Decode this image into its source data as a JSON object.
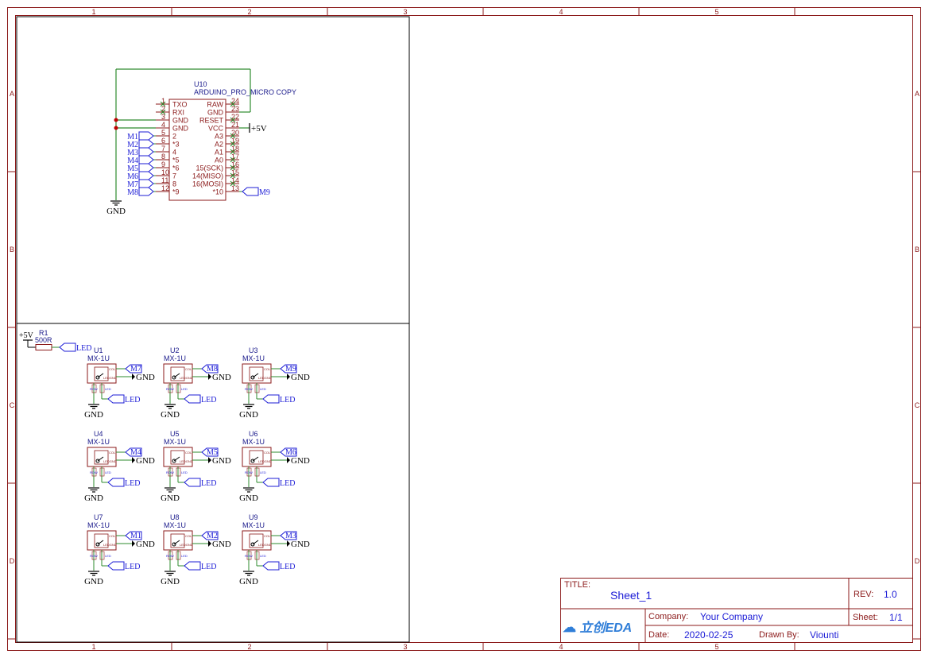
{
  "frame": {
    "columns": [
      "1",
      "2",
      "3",
      "4",
      "5"
    ],
    "rows": [
      "A",
      "B",
      "C",
      "D"
    ],
    "colors": {
      "frame": "#8b1a1a",
      "wire": "#2e8b2e",
      "body": "#8b1a1a",
      "net": "#1c1cd6",
      "ink": "#000000"
    }
  },
  "mcu": {
    "ref": "U10",
    "value": "ARDUINO_PRO_MICRO COPY",
    "left_pins": [
      {
        "num": "1",
        "name": "TXO",
        "net": ""
      },
      {
        "num": "2",
        "name": "RXI",
        "net": ""
      },
      {
        "num": "3",
        "name": "GND",
        "net": ""
      },
      {
        "num": "4",
        "name": "GND",
        "net": ""
      },
      {
        "num": "5",
        "name": "2",
        "net": "M1"
      },
      {
        "num": "6",
        "name": "*3",
        "net": "M2"
      },
      {
        "num": "7",
        "name": "4",
        "net": "M3"
      },
      {
        "num": "8",
        "name": "*5",
        "net": "M4"
      },
      {
        "num": "9",
        "name": "*6",
        "net": "M5"
      },
      {
        "num": "10",
        "name": "7",
        "net": "M6"
      },
      {
        "num": "11",
        "name": "8",
        "net": "M7"
      },
      {
        "num": "12",
        "name": "*9",
        "net": "M8"
      }
    ],
    "right_pins": [
      {
        "num": "24",
        "name": "RAW"
      },
      {
        "num": "23",
        "name": "GND"
      },
      {
        "num": "22",
        "name": "RESET"
      },
      {
        "num": "21",
        "name": "VCC"
      },
      {
        "num": "20",
        "name": "A3"
      },
      {
        "num": "19",
        "name": "A2"
      },
      {
        "num": "18",
        "name": "A1"
      },
      {
        "num": "17",
        "name": "A0"
      },
      {
        "num": "16",
        "name": "15(SCK)"
      },
      {
        "num": "15",
        "name": "14(MISO)"
      },
      {
        "num": "14",
        "name": "16(MOSI)"
      },
      {
        "num": "13",
        "name": "*10"
      }
    ],
    "vcc_label": "+5V",
    "gnd_label": "GND",
    "pin13_net": "M9"
  },
  "resistor": {
    "power": "+5V",
    "ref": "R1",
    "value": "500R",
    "net": "LED"
  },
  "switches": [
    {
      "ref": "U1",
      "value": "MX-1U",
      "net": "M7"
    },
    {
      "ref": "U2",
      "value": "MX-1U",
      "net": "M8"
    },
    {
      "ref": "U3",
      "value": "MX-1U",
      "net": "M9"
    },
    {
      "ref": "U4",
      "value": "MX-1U",
      "net": "M4"
    },
    {
      "ref": "U5",
      "value": "MX-1U",
      "net": "M5"
    },
    {
      "ref": "U6",
      "value": "MX-1U",
      "net": "M6"
    },
    {
      "ref": "U7",
      "value": "MX-1U",
      "net": "M1"
    },
    {
      "ref": "U8",
      "value": "MX-1U",
      "net": "M2"
    },
    {
      "ref": "U9",
      "value": "MX-1U",
      "net": "M3"
    }
  ],
  "switch_labels": {
    "gnd": "GND",
    "led": "LED"
  },
  "title_block": {
    "title_label": "TITLE:",
    "title": "Sheet_1",
    "rev_label": "REV:",
    "rev": "1.0",
    "company_label": "Company:",
    "company": "Your Company",
    "sheet_label": "Sheet:",
    "sheet": "1/1",
    "date_label": "Date:",
    "date": "2020-02-25",
    "drawn_label": "Drawn By:",
    "drawn_by": "Viounti",
    "logo": "立创EDA"
  }
}
